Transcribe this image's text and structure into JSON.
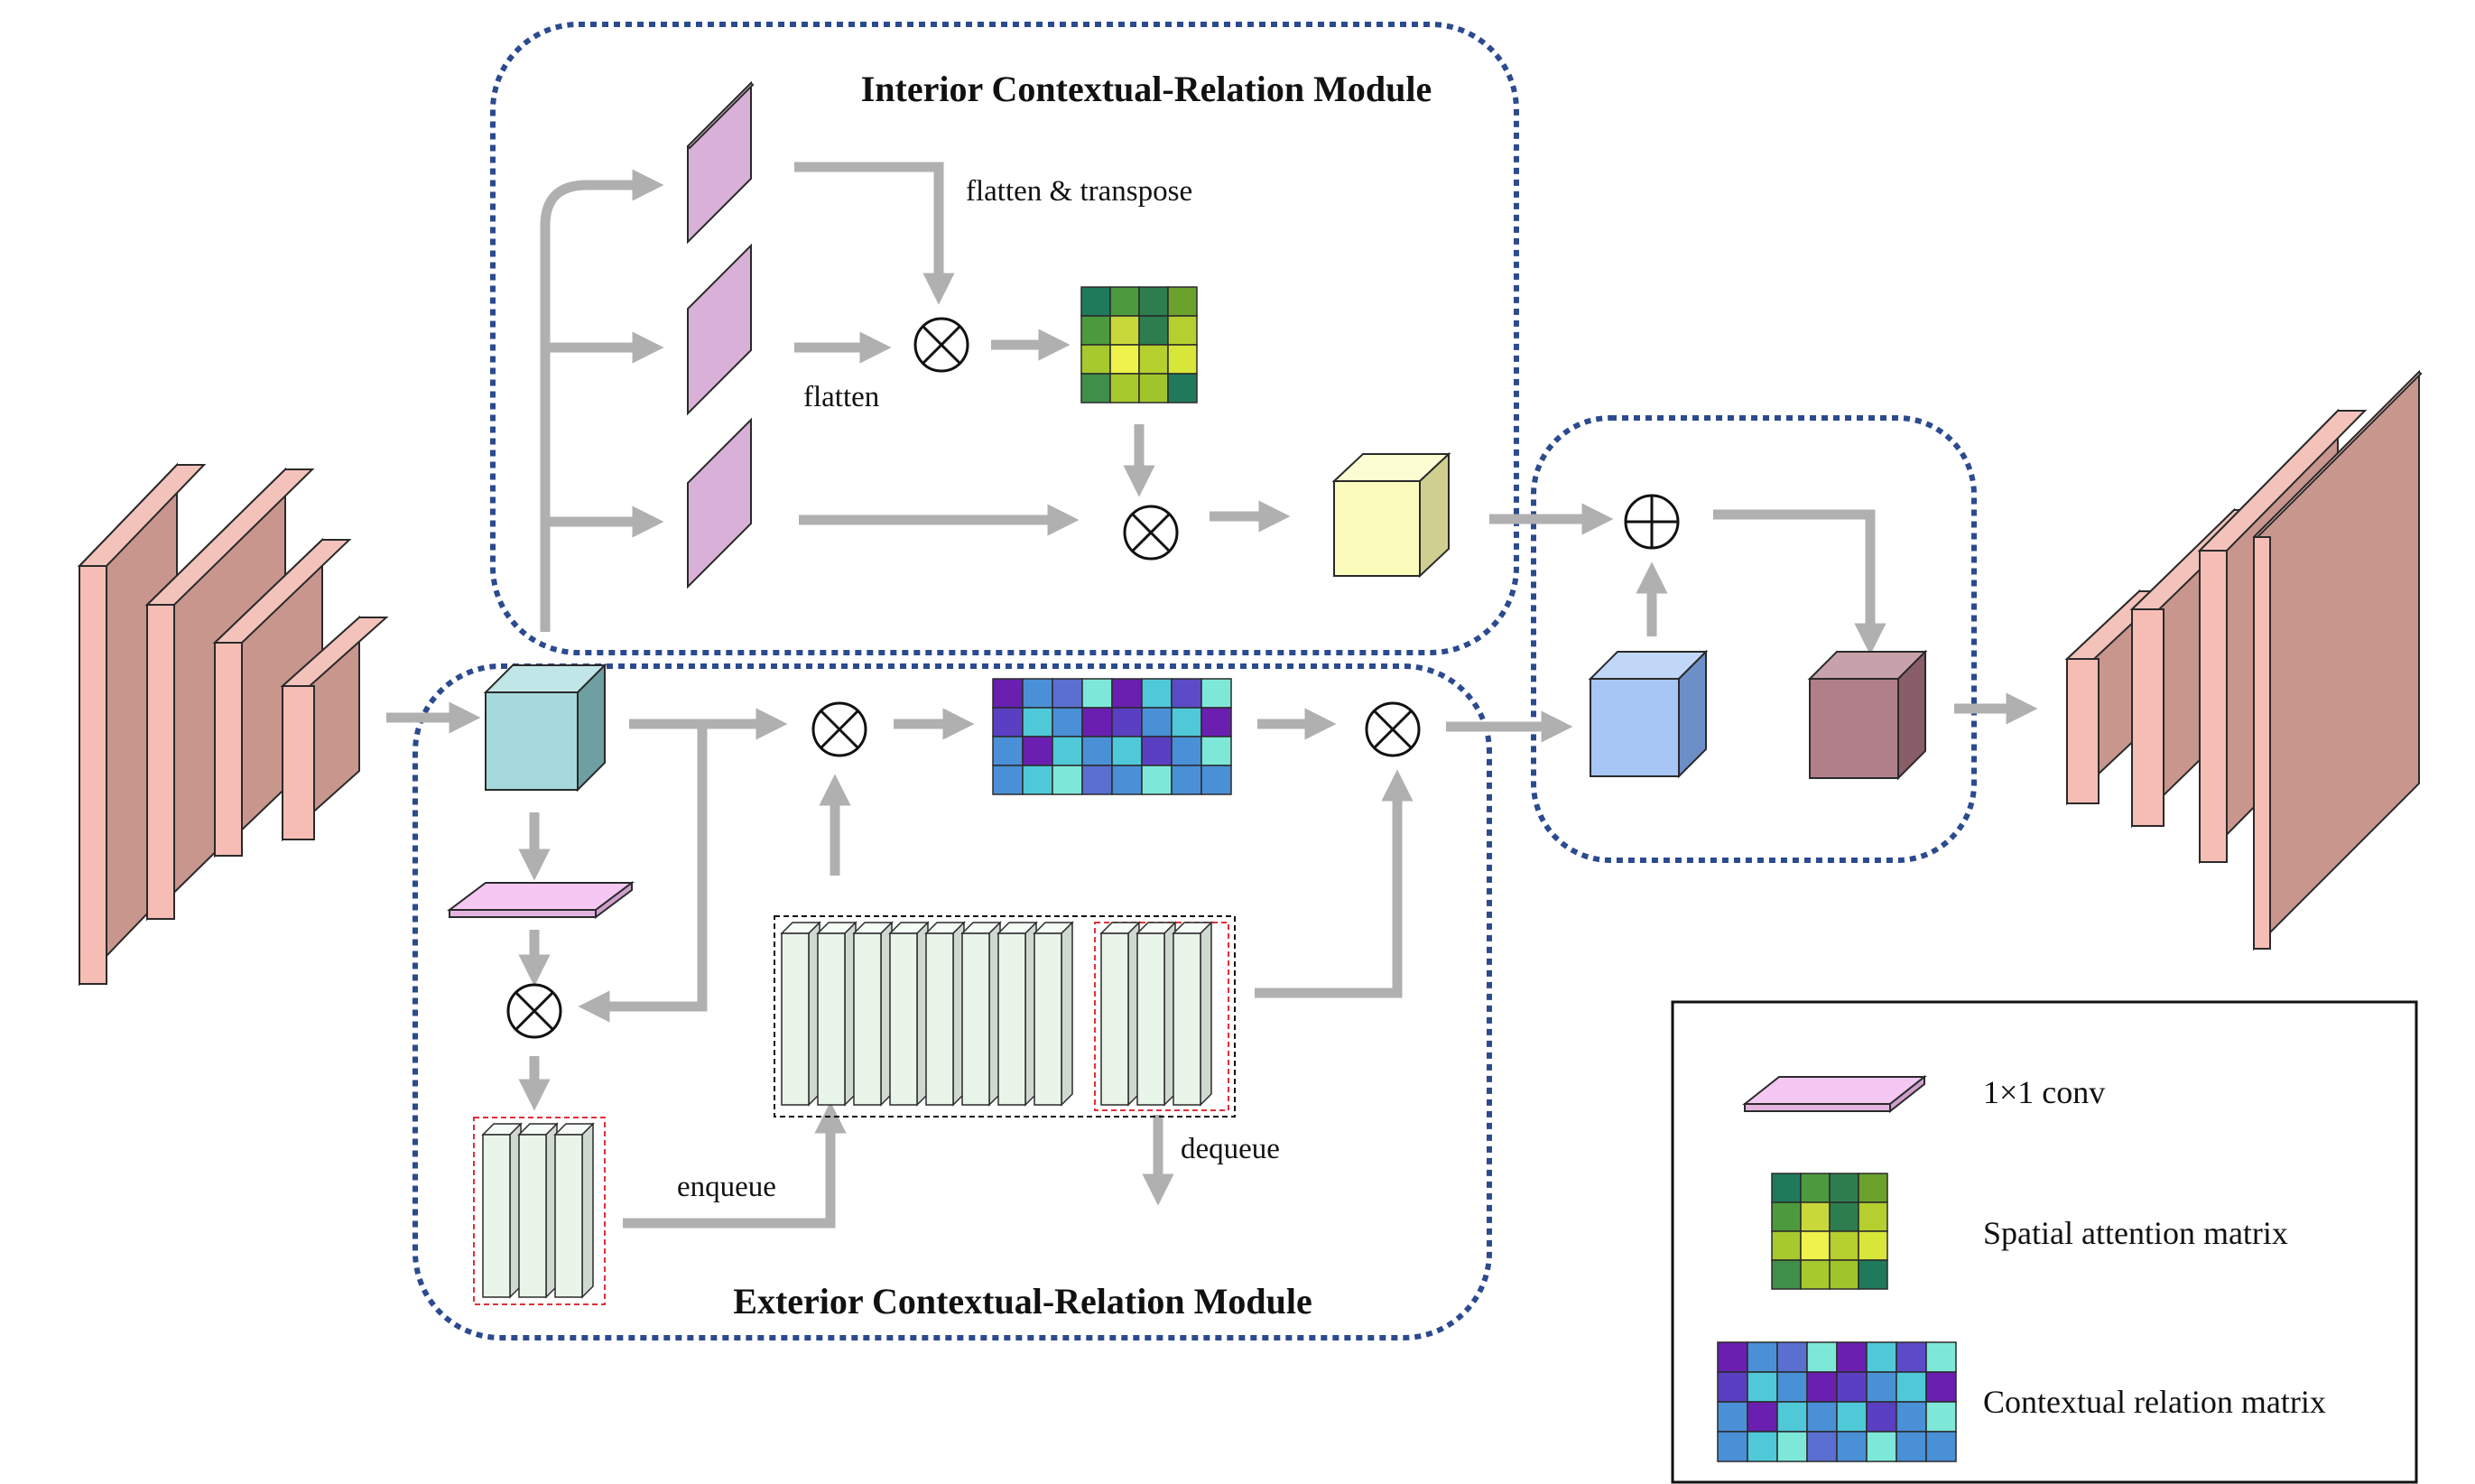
{
  "modules": {
    "interior_title": "Interior Contextual-Relation Module",
    "exterior_title": "Exterior Contextual-Relation Module"
  },
  "labels": {
    "flatten_transpose": "flatten & transpose",
    "flatten": "flatten",
    "enqueue": "enqueue",
    "dequeue": "dequeue"
  },
  "legend": {
    "conv": "1×1 conv",
    "spatial": "Spatial  attention matrix",
    "contextual": "Contextual  relation matrix"
  },
  "colors": {
    "dotted_border": "#2b4a8f",
    "arrow": "#b0b0b0",
    "encoder_block": "#e9b3ab",
    "conv_plane": "#f4c8f2",
    "feature_plane": "#d8b0d8",
    "teal_cube": "#a6d9dc",
    "yellow_cube": "#fbfbbb",
    "blue_cube": "#a8c6f5",
    "mauve_cube": "#b07f8a",
    "memory_bar": "#eaf5ea"
  },
  "spatial_matrix_colors": [
    [
      "#1f7a5c",
      "#4d9a3e",
      "#2e7d4f",
      "#6aa22c"
    ],
    [
      "#4d9a3e",
      "#c8d83a",
      "#2e7d4f",
      "#b5cf2e"
    ],
    [
      "#a7c92d",
      "#eef24a",
      "#b5cf2e",
      "#d8e63a"
    ],
    [
      "#3f8f4a",
      "#a7c92d",
      "#a0c52b",
      "#1f7a5c"
    ]
  ],
  "contextual_matrix_colors": [
    [
      "#6a1fb0",
      "#4a90d6",
      "#5b6fd0",
      "#7ee8d8",
      "#6a1fb0",
      "#4fc9d8",
      "#5b4bc8",
      "#7ee8d8"
    ],
    [
      "#5b3fc2",
      "#4fc9d8",
      "#4a90d6",
      "#6a1fb0",
      "#5b3fc2",
      "#4a90d6",
      "#4fc9d8",
      "#6a1fb0"
    ],
    [
      "#4a90d6",
      "#6a1fb0",
      "#4fc9d8",
      "#4a90d6",
      "#4fc9d8",
      "#5b3fc2",
      "#4a90d6",
      "#7ee8d8"
    ],
    [
      "#4a90d6",
      "#4fc9d8",
      "#7ee8d8",
      "#5b6fd0",
      "#4a90d6",
      "#7ee8d8",
      "#4a90d6",
      "#4a90d6"
    ]
  ]
}
